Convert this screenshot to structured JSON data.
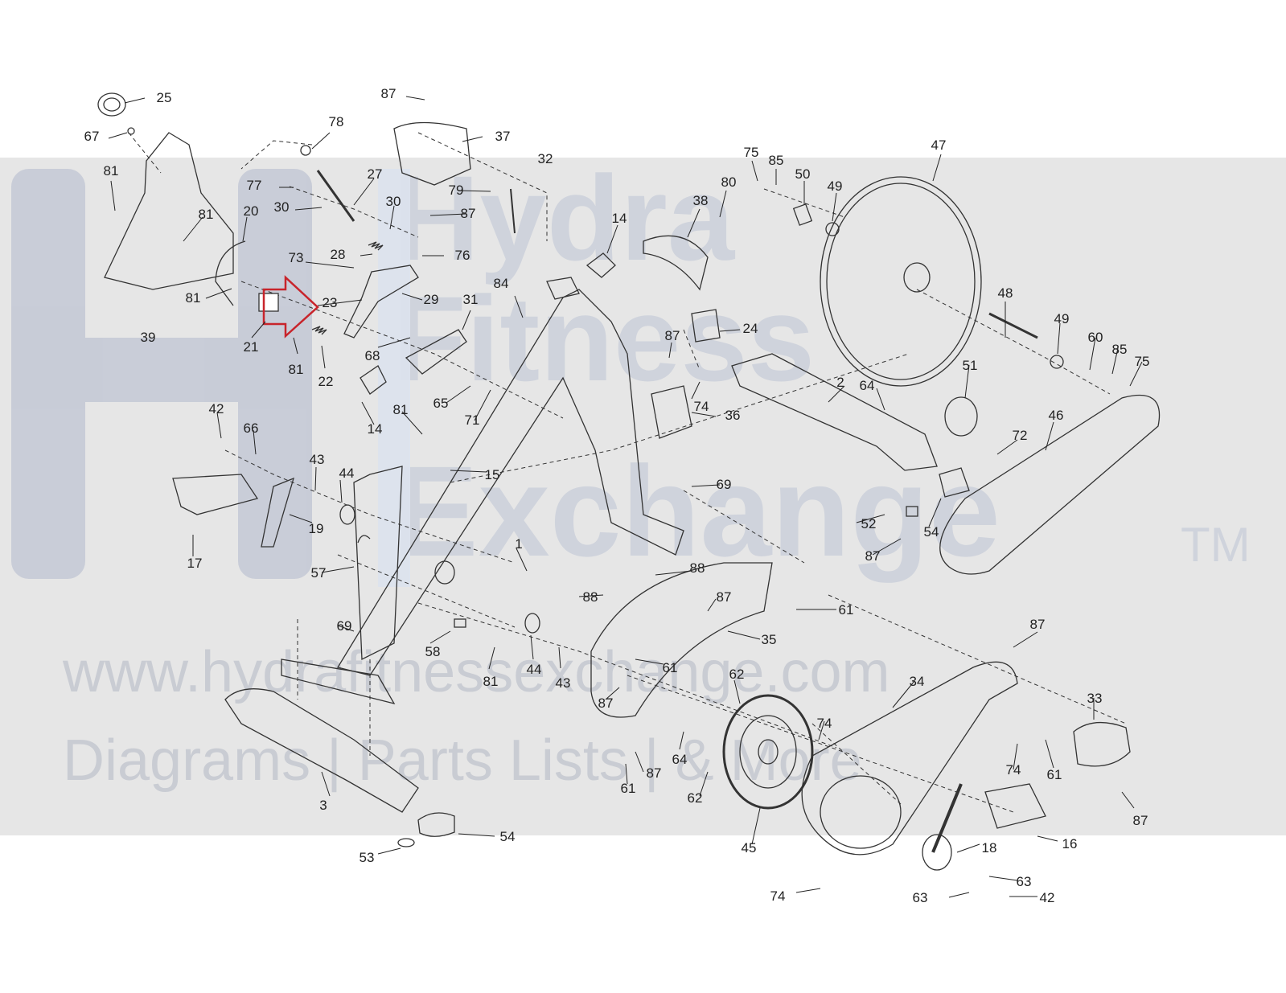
{
  "watermark": {
    "brand_line_1": "Hydra",
    "brand_line_2": "Fitness",
    "brand_line_3": "Exchange",
    "trademark": "TM",
    "website": "www.hydrafitnessexchange.com",
    "tagline": "Diagrams | Parts Lists | & More"
  },
  "highlight_color": "#c8242b",
  "parts": [
    {
      "id": "p25",
      "label": "25"
    },
    {
      "id": "p67",
      "label": "67"
    },
    {
      "id": "p87a",
      "label": "87"
    },
    {
      "id": "p37",
      "label": "37"
    },
    {
      "id": "p78",
      "label": "78"
    },
    {
      "id": "p81a",
      "label": "81"
    },
    {
      "id": "p27",
      "label": "27"
    },
    {
      "id": "p77",
      "label": "77"
    },
    {
      "id": "p30a",
      "label": "30"
    },
    {
      "id": "p30b",
      "label": "30"
    },
    {
      "id": "p79",
      "label": "79"
    },
    {
      "id": "p87b",
      "label": "87"
    },
    {
      "id": "p32",
      "label": "32"
    },
    {
      "id": "p81b",
      "label": "81"
    },
    {
      "id": "p20",
      "label": "20"
    },
    {
      "id": "p28",
      "label": "28"
    },
    {
      "id": "p76",
      "label": "76"
    },
    {
      "id": "p73",
      "label": "73"
    },
    {
      "id": "p81c",
      "label": "81"
    },
    {
      "id": "p23",
      "label": "23"
    },
    {
      "id": "p29",
      "label": "29"
    },
    {
      "id": "p39",
      "label": "39"
    },
    {
      "id": "p21",
      "label": "21"
    },
    {
      "id": "p81d",
      "label": "81"
    },
    {
      "id": "p22",
      "label": "22"
    },
    {
      "id": "p68",
      "label": "68"
    },
    {
      "id": "p31",
      "label": "31"
    },
    {
      "id": "p84",
      "label": "84"
    },
    {
      "id": "p14a",
      "label": "14"
    },
    {
      "id": "p38",
      "label": "38"
    },
    {
      "id": "p80",
      "label": "80"
    },
    {
      "id": "p75a",
      "label": "75"
    },
    {
      "id": "p85a",
      "label": "85"
    },
    {
      "id": "p50",
      "label": "50"
    },
    {
      "id": "p49a",
      "label": "49"
    },
    {
      "id": "p47",
      "label": "47"
    },
    {
      "id": "p48",
      "label": "48"
    },
    {
      "id": "p49b",
      "label": "49"
    },
    {
      "id": "p60",
      "label": "60"
    },
    {
      "id": "p85b",
      "label": "85"
    },
    {
      "id": "p75b",
      "label": "75"
    },
    {
      "id": "p87c",
      "label": "87"
    },
    {
      "id": "p24",
      "label": "24"
    },
    {
      "id": "p74a",
      "label": "74"
    },
    {
      "id": "p2",
      "label": "2"
    },
    {
      "id": "p64a",
      "label": "64"
    },
    {
      "id": "p51",
      "label": "51"
    },
    {
      "id": "p36",
      "label": "36"
    },
    {
      "id": "p65",
      "label": "65"
    },
    {
      "id": "p71",
      "label": "71"
    },
    {
      "id": "p14b",
      "label": "14"
    },
    {
      "id": "p81e",
      "label": "81"
    },
    {
      "id": "p15",
      "label": "15"
    },
    {
      "id": "p42a",
      "label": "42"
    },
    {
      "id": "p66",
      "label": "66"
    },
    {
      "id": "p43a",
      "label": "43"
    },
    {
      "id": "p44a",
      "label": "44"
    },
    {
      "id": "p19",
      "label": "19"
    },
    {
      "id": "p17",
      "label": "17"
    },
    {
      "id": "p57",
      "label": "57"
    },
    {
      "id": "p72",
      "label": "72"
    },
    {
      "id": "p46",
      "label": "46"
    },
    {
      "id": "p69a",
      "label": "69"
    },
    {
      "id": "p52",
      "label": "52"
    },
    {
      "id": "p54a",
      "label": "54"
    },
    {
      "id": "p87d",
      "label": "87"
    },
    {
      "id": "p1",
      "label": "1"
    },
    {
      "id": "p88a",
      "label": "88"
    },
    {
      "id": "p61a",
      "label": "61"
    },
    {
      "id": "p88b",
      "label": "88"
    },
    {
      "id": "p87e",
      "label": "87"
    },
    {
      "id": "p35",
      "label": "35"
    },
    {
      "id": "p69b",
      "label": "69"
    },
    {
      "id": "p58",
      "label": "58"
    },
    {
      "id": "p81f",
      "label": "81"
    },
    {
      "id": "p44b",
      "label": "44"
    },
    {
      "id": "p43b",
      "label": "43"
    },
    {
      "id": "p61b",
      "label": "61"
    },
    {
      "id": "p87f",
      "label": "87"
    },
    {
      "id": "p62a",
      "label": "62"
    },
    {
      "id": "p87g",
      "label": "87"
    },
    {
      "id": "p34",
      "label": "34"
    },
    {
      "id": "p33",
      "label": "33"
    },
    {
      "id": "p64b",
      "label": "64"
    },
    {
      "id": "p87h",
      "label": "87"
    },
    {
      "id": "p61c",
      "label": "61"
    },
    {
      "id": "p74b",
      "label": "74"
    },
    {
      "id": "p74c",
      "label": "74"
    },
    {
      "id": "p61d",
      "label": "61"
    },
    {
      "id": "p62b",
      "label": "62"
    },
    {
      "id": "p3",
      "label": "3"
    },
    {
      "id": "p45",
      "label": "45"
    },
    {
      "id": "p87i",
      "label": "87"
    },
    {
      "id": "p18",
      "label": "18"
    },
    {
      "id": "p16",
      "label": "16"
    },
    {
      "id": "p53",
      "label": "53"
    },
    {
      "id": "p54b",
      "label": "54"
    },
    {
      "id": "p63a",
      "label": "63"
    },
    {
      "id": "p63b",
      "label": "63"
    },
    {
      "id": "p74d",
      "label": "74"
    },
    {
      "id": "p42b",
      "label": "42"
    }
  ]
}
